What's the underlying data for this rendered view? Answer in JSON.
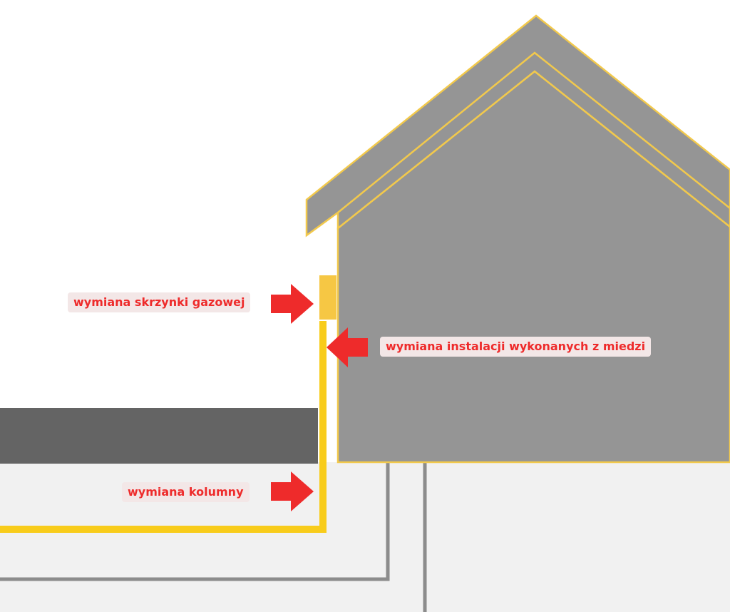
{
  "labels": {
    "gas_box": "wymiana skrzynki gazowej",
    "copper_installation": "wymiana instalacji wykonanych z miedzi",
    "column": "wymiana kolumny"
  },
  "colors": {
    "house_gray": "#959595",
    "house_outline": "#f2c94c",
    "gas_pipe": "#f8cc1b",
    "gas_box": "#f6c744",
    "road_dark": "#646464",
    "ground": "#f1f1f1",
    "underground_line": "#8c8c8c",
    "arrow": "#ee2b2b",
    "label_bg": "#f3e7e7"
  }
}
